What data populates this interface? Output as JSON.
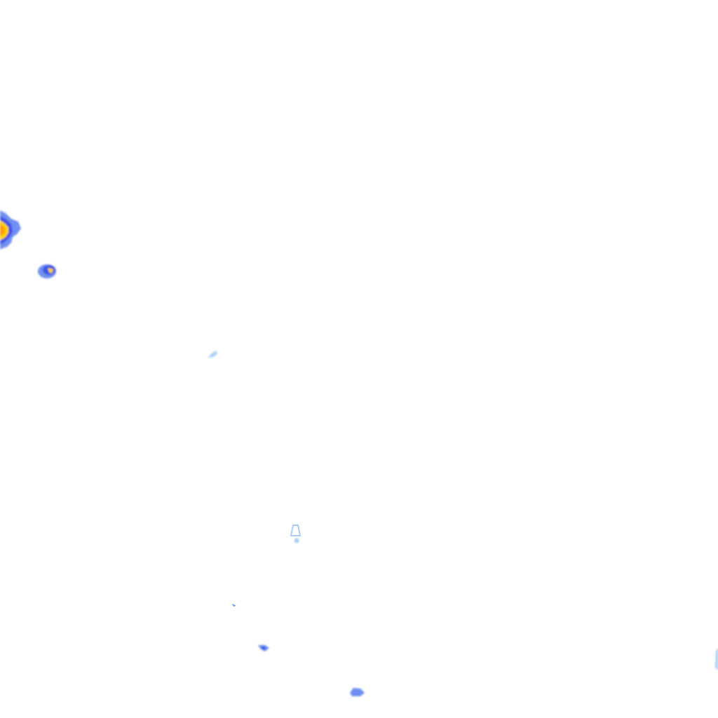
{
  "layer": {
    "type": "precipitation-radar-tile",
    "background_color": "#ffffff",
    "intensity_palette": {
      "light": "#a9cdf7",
      "moderate": "#6f8ff0",
      "heavy": "#3f52e6",
      "very_heavy": "#ffd200",
      "core": "#ff9a00"
    }
  },
  "echoes": [
    {
      "id": "echo-west-edge",
      "max_intensity": "core"
    },
    {
      "id": "echo-west-small",
      "max_intensity": "very_heavy"
    },
    {
      "id": "echo-central-speck",
      "max_intensity": "light"
    },
    {
      "id": "echo-south-ring",
      "max_intensity": "light"
    },
    {
      "id": "echo-south-dot",
      "max_intensity": "light"
    },
    {
      "id": "echo-south-streak",
      "max_intensity": "moderate"
    },
    {
      "id": "echo-south-cell",
      "max_intensity": "moderate"
    },
    {
      "id": "echo-south-bottom",
      "max_intensity": "moderate"
    },
    {
      "id": "echo-east-edge",
      "max_intensity": "light"
    }
  ]
}
